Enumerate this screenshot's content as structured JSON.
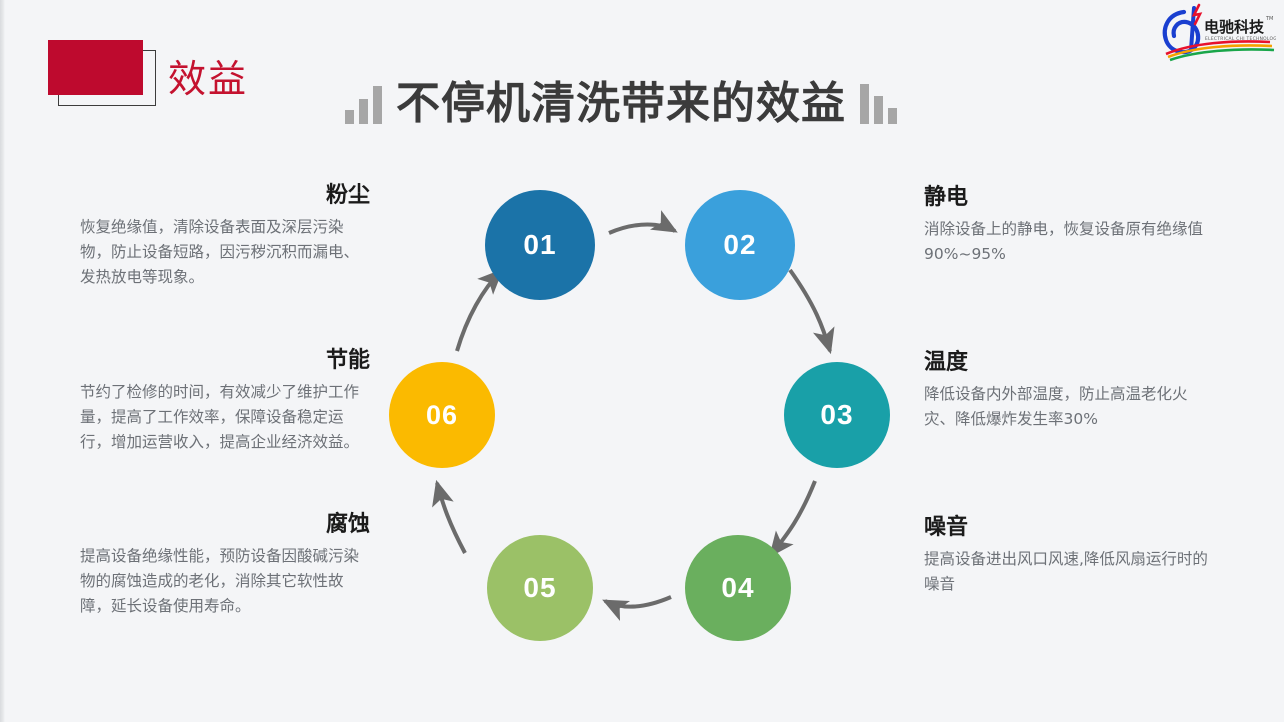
{
  "slide": {
    "tag_label": "效益",
    "title": "不停机清洗带来的效益",
    "accent_red": "#be0a2e",
    "title_color": "#3b3b3b",
    "background": "#f4f5f7"
  },
  "logo": {
    "brand_cn": "电驰科技",
    "brand_en": "ELECTRICAL CHI TECHNOLOGY",
    "trademark": "TM"
  },
  "cycle": {
    "nodes": [
      {
        "number": "01",
        "color": "#1b73a8"
      },
      {
        "number": "02",
        "color": "#3aa0dc"
      },
      {
        "number": "03",
        "color": "#19a0a8"
      },
      {
        "number": "04",
        "color": "#6aaf5e"
      },
      {
        "number": "05",
        "color": "#9bc167"
      },
      {
        "number": "06",
        "color": "#fbba00"
      }
    ],
    "arrow_color": "#6b6b6b"
  },
  "blocks": {
    "dust": {
      "title": "粉尘",
      "body": "恢复绝缘值，清除设备表面及深层污染物，防止设备短路，因污秽沉积而漏电、发热放电等现象。"
    },
    "energy": {
      "title": "节能",
      "body": "节约了检修的时间，有效减少了维护工作量，提高了工作效率，保障设备稳定运行，增加运营收入，提高企业经济效益。"
    },
    "corrosion": {
      "title": "腐蚀",
      "body": "提高设备绝缘性能，预防设备因酸碱污染物的腐蚀造成的老化，消除其它软性故障，延长设备使用寿命。"
    },
    "static": {
      "title": "静电",
      "body": "消除设备上的静电，恢复设备原有绝缘值90%~95%"
    },
    "temperature": {
      "title": "温度",
      "body": "降低设备内外部温度，防止高温老化火灾、降低爆炸发生率30%"
    },
    "noise": {
      "title": "噪音",
      "body": "提高设备进出风口风速,降低风扇运行时的噪音"
    }
  }
}
